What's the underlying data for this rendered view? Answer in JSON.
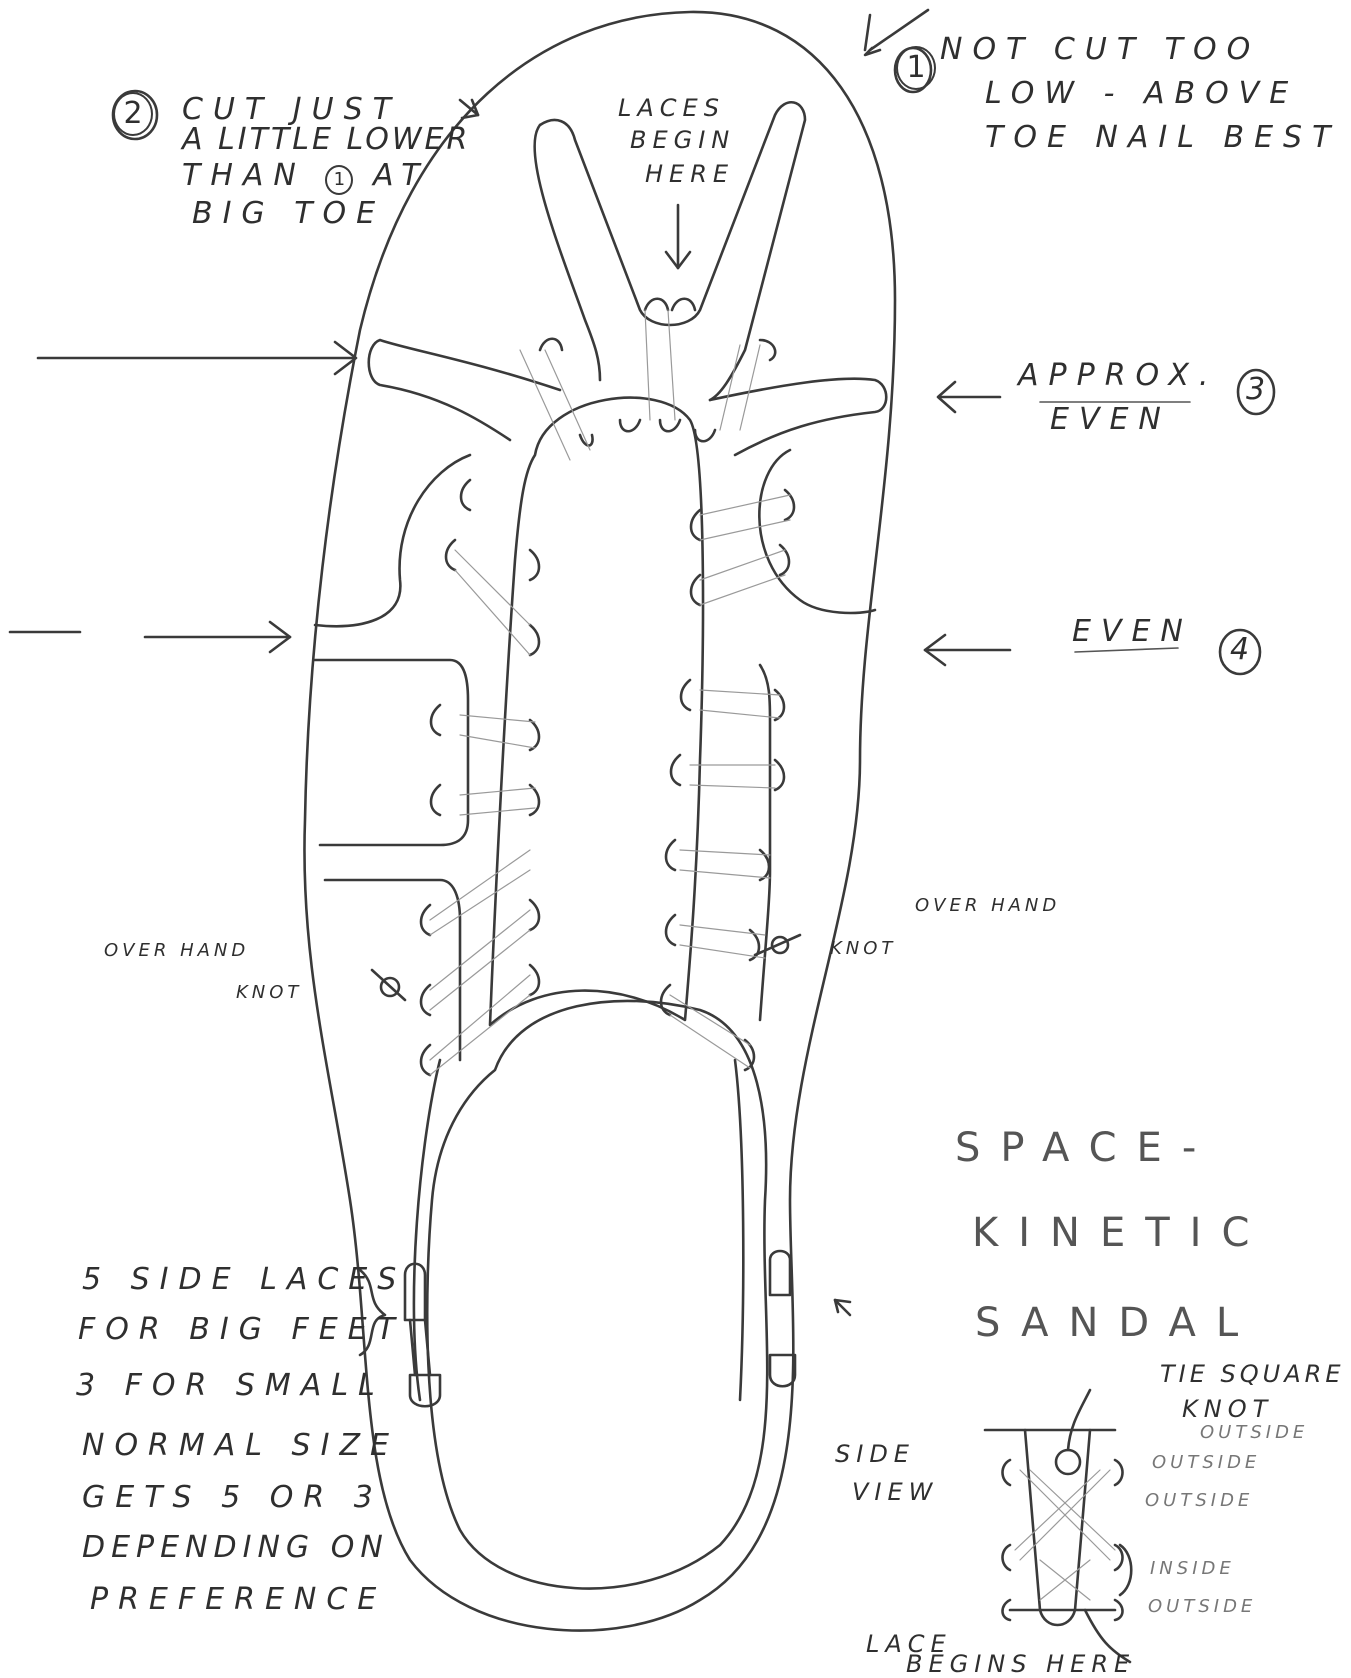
{
  "notes": {
    "n1_num": "1",
    "n1_line1": "NOT CUT TOO",
    "n1_line2": "LOW - ABOVE",
    "n1_line3": "TOE NAIL BEST",
    "n2_num": "2",
    "n2_line1": "CUT JUST",
    "n2_line2": "A LITTLE LOWER",
    "n2_line3a": "THAN",
    "n2_ref": "1",
    "n2_line3b": "AT",
    "n2_line4": "BIG TOE",
    "laces_1": "LACES",
    "laces_2": "BEGIN",
    "laces_3": "HERE",
    "n3_line1": "APPROX.",
    "n3_line2": "EVEN",
    "n3_num": "3",
    "n4_line": "EVEN",
    "n4_num": "4",
    "overhand_right": "OVER HAND",
    "knot_right": "KNOT",
    "overhand_left": "OVER HAND",
    "knot_left": "KNOT",
    "title_1": "SPACE-",
    "title_2": "KINETIC",
    "title_3": "SANDAL",
    "side_1": "5 SIDE LACES",
    "side_2": "FOR BIG FEET",
    "side_3": "3 FOR SMALL",
    "side_4": "NORMAL SIZE",
    "side_5": "GETS 5 OR 3",
    "side_6": "DEPENDING ON",
    "side_7": "PREFERENCE",
    "tie_1": "TIE SQUARE",
    "tie_2": "KNOT",
    "tie_3": "OUTSIDE",
    "side_view_1": "SIDE",
    "side_view_2": "VIEW",
    "outside_a": "OUTSIDE",
    "outside_b": "OUTSIDE",
    "inside": "INSIDE",
    "outside_c": "OUTSIDE",
    "lace_begins_1": "LACE",
    "lace_begins_2": "BEGINS HERE"
  }
}
